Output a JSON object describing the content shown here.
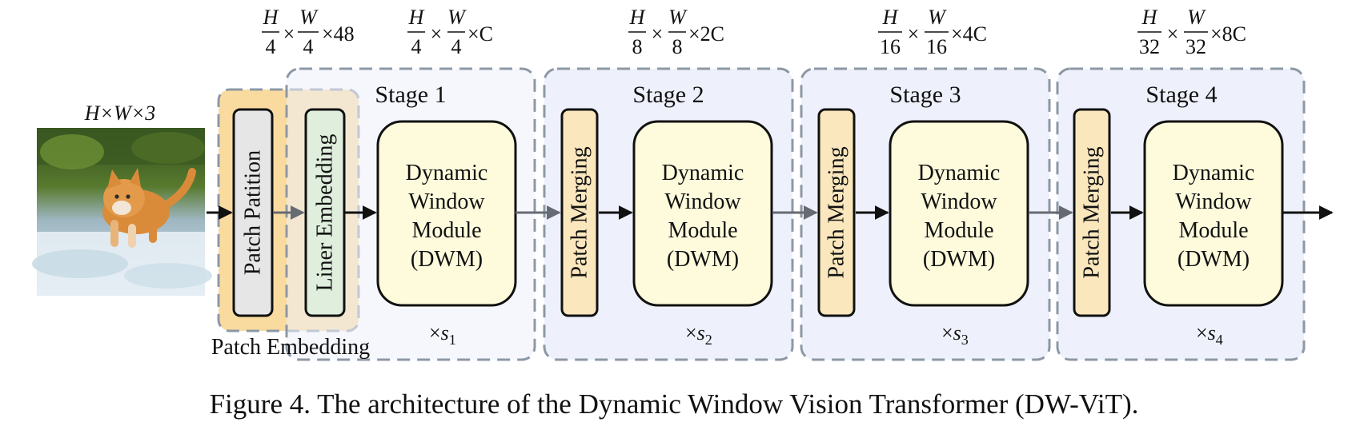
{
  "input": {
    "dims_label": "H×W×3",
    "photo": "orange-tabby-cat-running-on-frosty-grass"
  },
  "patch_embedding": {
    "label": "Patch Embedding",
    "patch_partition": "Patch Patition",
    "liner_embedding": "Liner Embedding",
    "out_dims": {
      "h": "H",
      "h_den": "4",
      "w": "W",
      "w_den": "4",
      "ch": "×48"
    }
  },
  "stages": [
    {
      "title": "Stage 1",
      "has_merge": false,
      "merge": "",
      "module": [
        "Dynamic",
        "Window",
        "Module",
        "(DWM)"
      ],
      "repeat": {
        "pre": "×",
        "sym": "s",
        "sub": "1"
      },
      "dims": {
        "h": "H",
        "h_den": "4",
        "w": "W",
        "w_den": "4",
        "ch": "×C"
      }
    },
    {
      "title": "Stage 2",
      "has_merge": true,
      "merge": "Patch Merging",
      "module": [
        "Dynamic",
        "Window",
        "Module",
        "(DWM)"
      ],
      "repeat": {
        "pre": "×",
        "sym": "s",
        "sub": "2"
      },
      "dims": {
        "h": "H",
        "h_den": "8",
        "w": "W",
        "w_den": "8",
        "ch": "×2C"
      }
    },
    {
      "title": "Stage 3",
      "has_merge": true,
      "merge": "Patch Merging",
      "module": [
        "Dynamic",
        "Window",
        "Module",
        "(DWM)"
      ],
      "repeat": {
        "pre": "×",
        "sym": "s",
        "sub": "3"
      },
      "dims": {
        "h": "H",
        "h_den": "16",
        "w": "W",
        "w_den": "16",
        "ch": "×4C"
      }
    },
    {
      "title": "Stage 4",
      "has_merge": true,
      "merge": "Patch Merging",
      "module": [
        "Dynamic",
        "Window",
        "Module",
        "(DWM)"
      ],
      "repeat": {
        "pre": "×",
        "sym": "s",
        "sub": "4"
      },
      "dims": {
        "h": "H",
        "h_den": "32",
        "w": "W",
        "w_den": "32",
        "ch": "×8C"
      }
    }
  ],
  "caption": "Figure 4. The architecture of the Dynamic Window Vision Transformer (DW-ViT).",
  "colors": {
    "stage_fill": "#eef1fb",
    "stage_border": "#8d98a6",
    "patch_emb_fill": "#f9dba0",
    "patch_partition_fill": "#e6e6e6",
    "liner_embedding_fill": "#dfeedd",
    "merge_fill": "#fbe7bd",
    "module_fill": "#fdfbdc",
    "arrow_dark": "#111111",
    "arrow_gray": "#666b73"
  }
}
